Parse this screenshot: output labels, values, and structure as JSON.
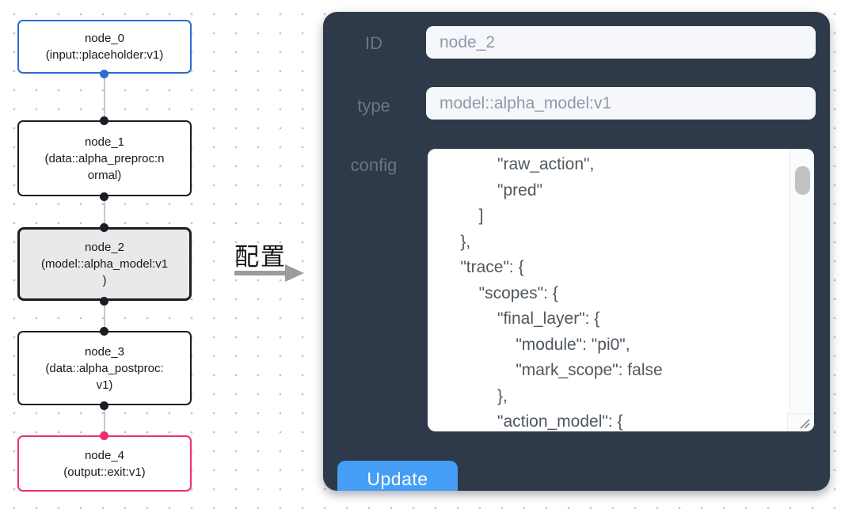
{
  "canvas": {
    "nodes": [
      {
        "lines": [
          "node_0",
          "(input::placeholder:v1)"
        ]
      },
      {
        "lines": [
          "node_1",
          "(data::alpha_preproc:n",
          "ormal)"
        ]
      },
      {
        "lines": [
          "node_2",
          "(model::alpha_model:v1",
          ")"
        ]
      },
      {
        "lines": [
          "node_3",
          "(data::alpha_postproc:",
          "v1)"
        ]
      },
      {
        "lines": [
          "node_4",
          "(output::exit:v1)"
        ]
      }
    ]
  },
  "transition": {
    "label": "配置"
  },
  "panel": {
    "id_field": {
      "label": "ID",
      "value": "node_2"
    },
    "type_field": {
      "label": "type",
      "value": "model::alpha_model:v1"
    },
    "config_field": {
      "label": "config",
      "lines": [
        "            \"raw_action\",",
        "            \"pred\"",
        "        ]",
        "    },",
        "    \"trace\": {",
        "        \"scopes\": {",
        "            \"final_layer\": {",
        "                \"module\": \"pi0\",",
        "                \"mark_scope\": false",
        "            },",
        "            \"action_model\": {"
      ]
    },
    "update_button": "Update"
  },
  "colors": {
    "panel_bg": "#2e3a4a",
    "accent_blue": "#459df5",
    "input_node_blue": "#2e6bd5",
    "output_node_pink": "#ef2d73",
    "node_border_dark": "#1a1d24",
    "selected_node_bg": "#e9e9ea",
    "connector_gray": "#c8c8c8"
  }
}
